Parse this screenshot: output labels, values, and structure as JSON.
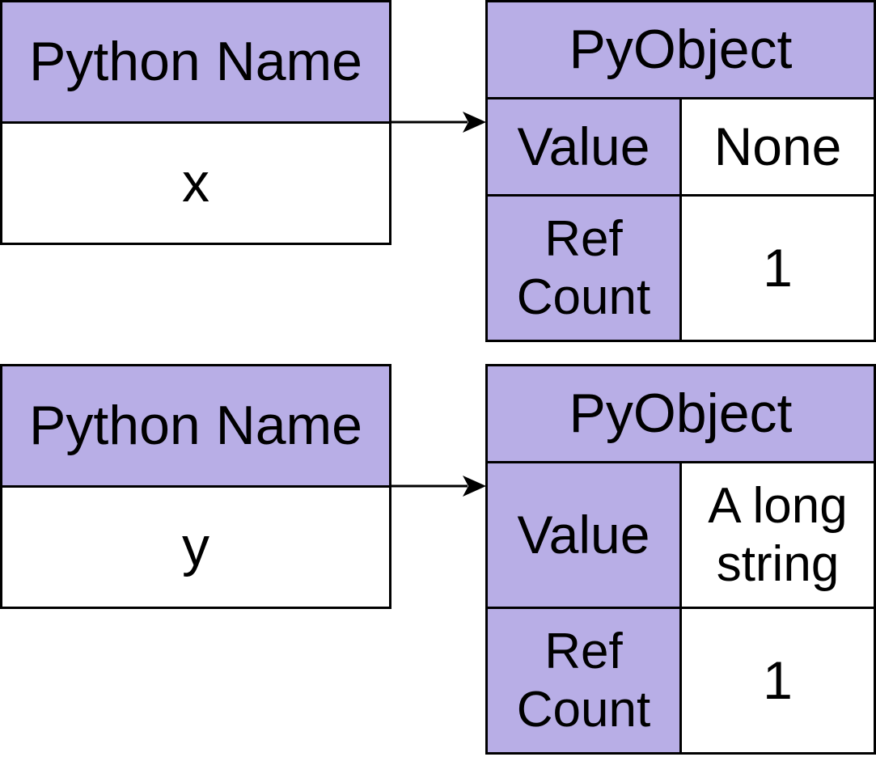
{
  "rows": [
    {
      "name_header": "Python Name",
      "name_value": "x",
      "object_header": "PyObject",
      "value_label": "Value",
      "value": "None",
      "refcount_label": "Ref\nCount",
      "refcount": "1"
    },
    {
      "name_header": "Python Name",
      "name_value": "y",
      "object_header": "PyObject",
      "value_label": "Value",
      "value": "A long\nstring",
      "refcount_label": "Ref\nCount",
      "refcount": "1"
    }
  ],
  "colors": {
    "header_fill": "#b8aee6",
    "cell_fill": "#ffffff",
    "stroke": "#000000"
  }
}
